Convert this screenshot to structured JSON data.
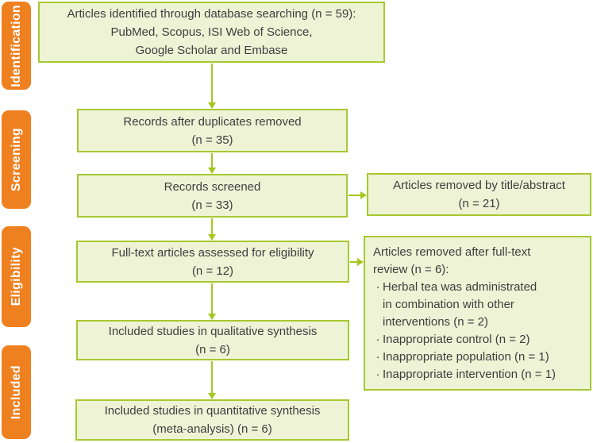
{
  "palette": {
    "stage_fill": "#ef8020",
    "stage_text": "#ffffff",
    "box_fill": "#eff3d5",
    "box_border": "#a6c832",
    "arrow": "#a4c81e",
    "text": "#3c3e40",
    "background": "#ffffff"
  },
  "stages": [
    {
      "label": "Identification"
    },
    {
      "label": "Screening"
    },
    {
      "label": "Eligibility"
    },
    {
      "label": "Included"
    }
  ],
  "main_boxes": [
    {
      "text": "Articles identified through database searching (n = 59):\nPubMed, Scopus, ISI Web of Science,\nGoogle Scholar and Embase"
    },
    {
      "text": "Records after duplicates removed\n(n = 35)"
    },
    {
      "text": "Records screened\n(n = 33)"
    },
    {
      "text": "Full-text articles assessed for eligibility\n(n = 12)"
    },
    {
      "text": "Included studies in qualitative synthesis\n(n = 6)"
    },
    {
      "text": "Included studies in quantitative synthesis\n(meta-analysis) (n = 6)"
    }
  ],
  "side_boxes": {
    "title_abstract": {
      "text": "Articles removed by title/abstract\n(n = 21)"
    },
    "full_text": {
      "title": "Articles removed after full-text\nreview (n = 6):",
      "bullet": "·",
      "items": [
        "Herbal tea was administrated\nin combination with other\ninterventions (n = 2)",
        "Inappropriate control (n = 2)",
        "Inappropriate population (n = 1)",
        "Inappropriate intervention (n = 1)"
      ]
    }
  }
}
